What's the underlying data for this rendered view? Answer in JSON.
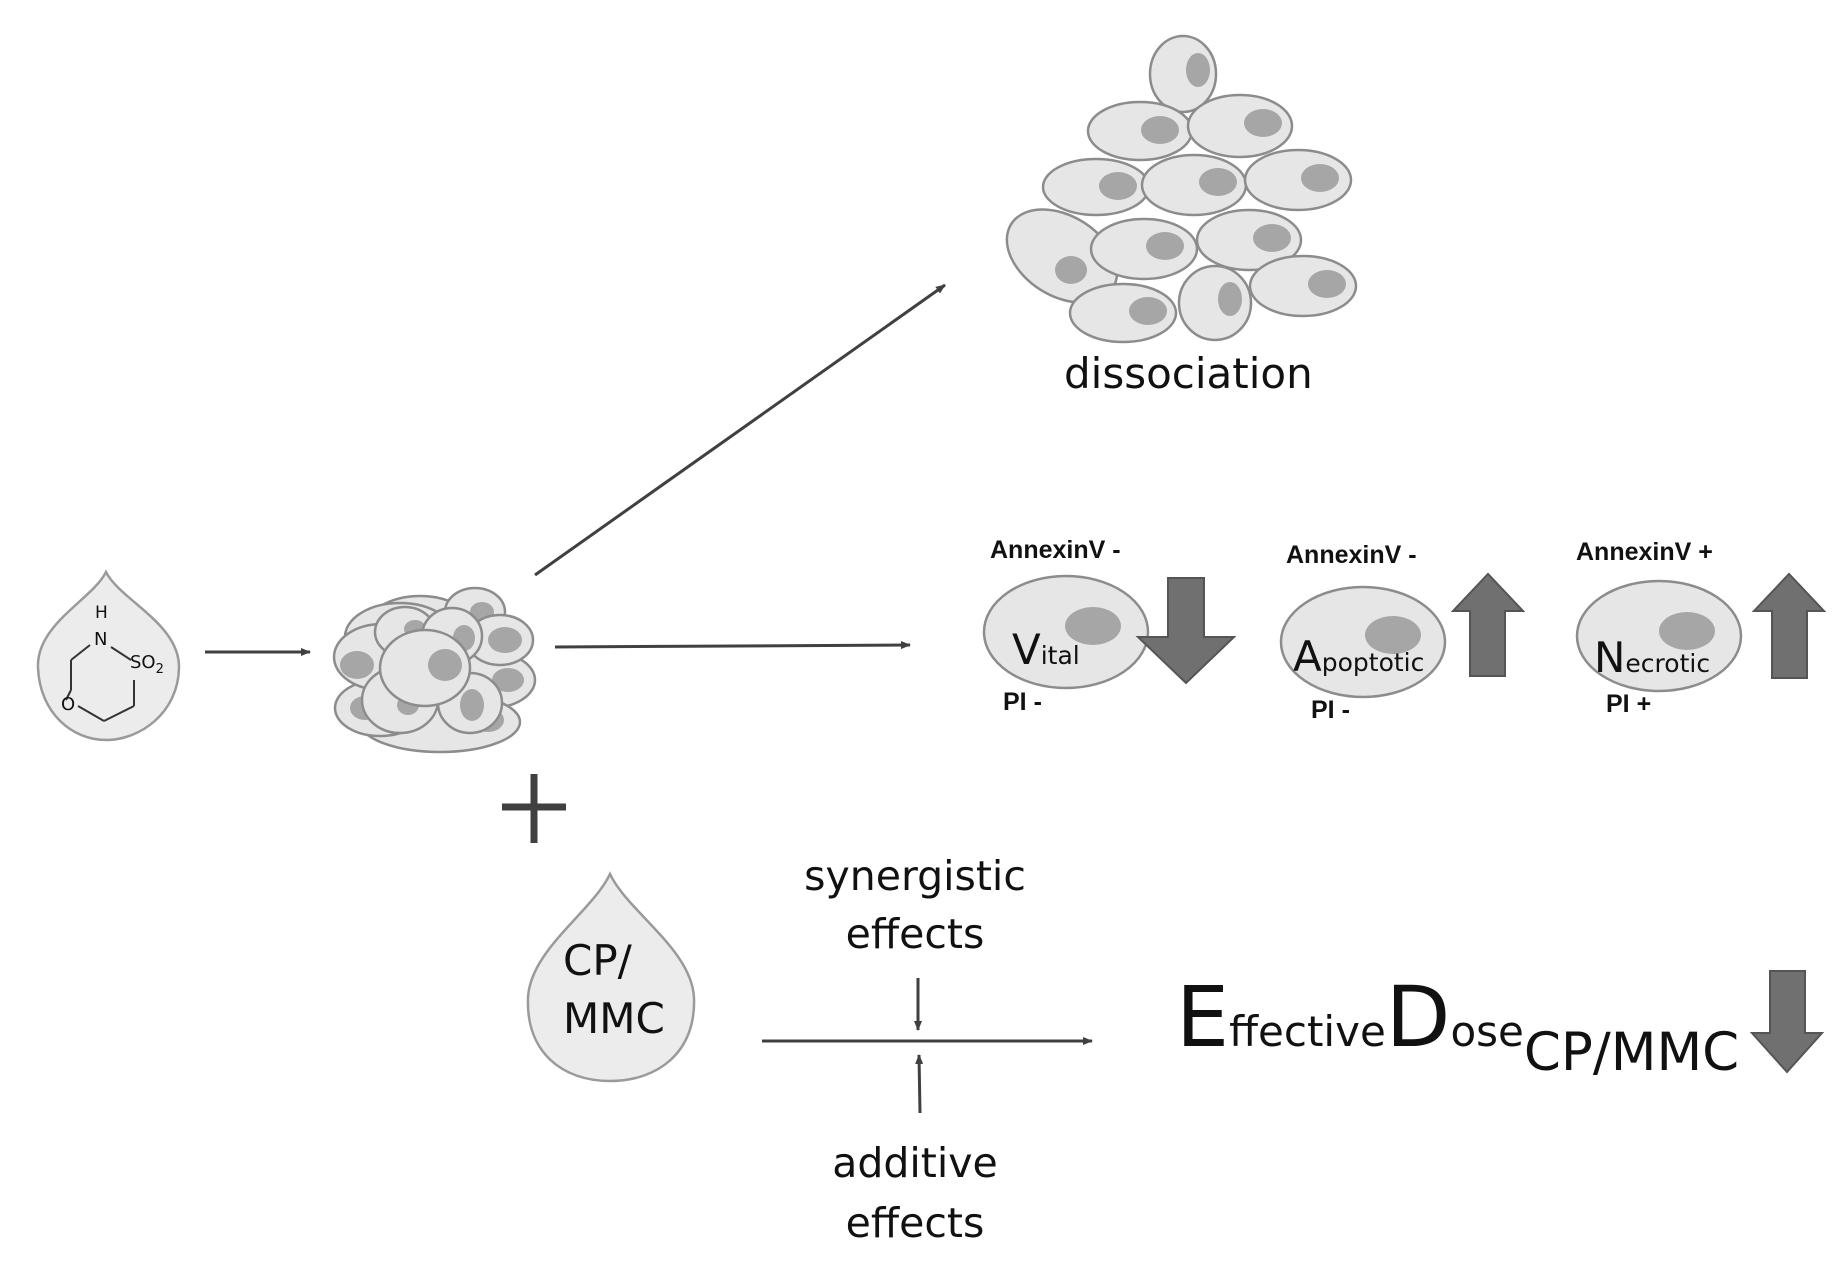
{
  "colors": {
    "cell_fill": "#e6e6e6",
    "cell_stroke": "#8c8c8c",
    "nucleus": "#a6a6a6",
    "arrow_line": "#404040",
    "trend_arrow": "#707070",
    "text": "#111111"
  },
  "icons": {
    "drop": "drop-icon",
    "trend_down": "down-arrow-icon",
    "trend_up": "up-arrow-icon",
    "plus": "plus-icon"
  },
  "compound": {
    "atom_h": "H",
    "atom_n": "N",
    "atom_o": "O",
    "group_so": "SO",
    "group_sub": "2"
  },
  "dissociation": {
    "label": "dissociation"
  },
  "cell_states": [
    {
      "top_marker": "AnnexinV -",
      "bottom_marker": "PI -",
      "initial": "V",
      "rest": "ital",
      "trend": "down"
    },
    {
      "top_marker": "AnnexinV -",
      "bottom_marker": "PI -",
      "initial": "A",
      "rest": "poptotic",
      "trend": "up"
    },
    {
      "top_marker": "AnnexinV +",
      "bottom_marker": "PI +",
      "initial": "N",
      "rest": "ecrotic",
      "trend": "up"
    }
  ],
  "combination": {
    "drug_line1": "CP/",
    "drug_line2": "MMC",
    "synergistic_line1": "synergistic",
    "synergistic_line2": "effects",
    "additive_line1": "additive",
    "additive_line2": "effects"
  },
  "effective_dose": {
    "e_initial": "E",
    "e_rest": "ffective",
    "d_initial": "D",
    "d_rest": "ose",
    "subscript": "CP/MMC",
    "trend": "down"
  }
}
